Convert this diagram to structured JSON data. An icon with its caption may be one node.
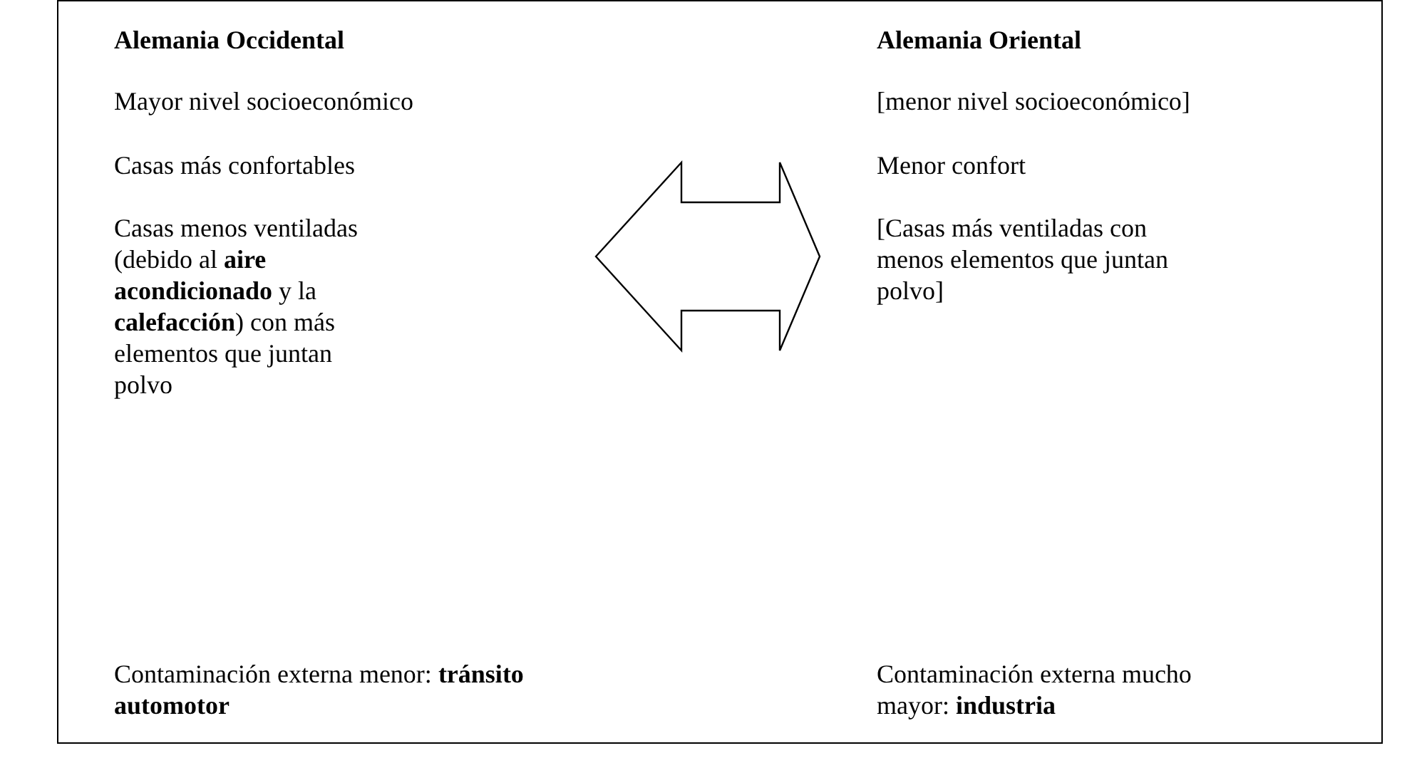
{
  "diagram": {
    "nodes": [
      {
        "text": [
          "Alemania Occidental",
          "Mayor nivel socioeconómico",
          "Casas más confortables",
          "Casas menos ventiladas (debido al **aire acondicionado** y la **calefacción**) con más elementos que juntan polvo",
          "Contaminación externa menor: **tránsito automotor**"
        ]
      },
      {
        "text": [
          "Alemania Oriental",
          "[menor nivel socioeconómico]",
          "Menor confort",
          "[Casas más ventiladas con menos elementos que juntan polvo]",
          "Contaminación externa mucho mayor: **industria**"
        ]
      }
    ],
    "edges": [
      {
        "from": 0,
        "to": 1,
        "arrow": "both"
      }
    ]
  }
}
